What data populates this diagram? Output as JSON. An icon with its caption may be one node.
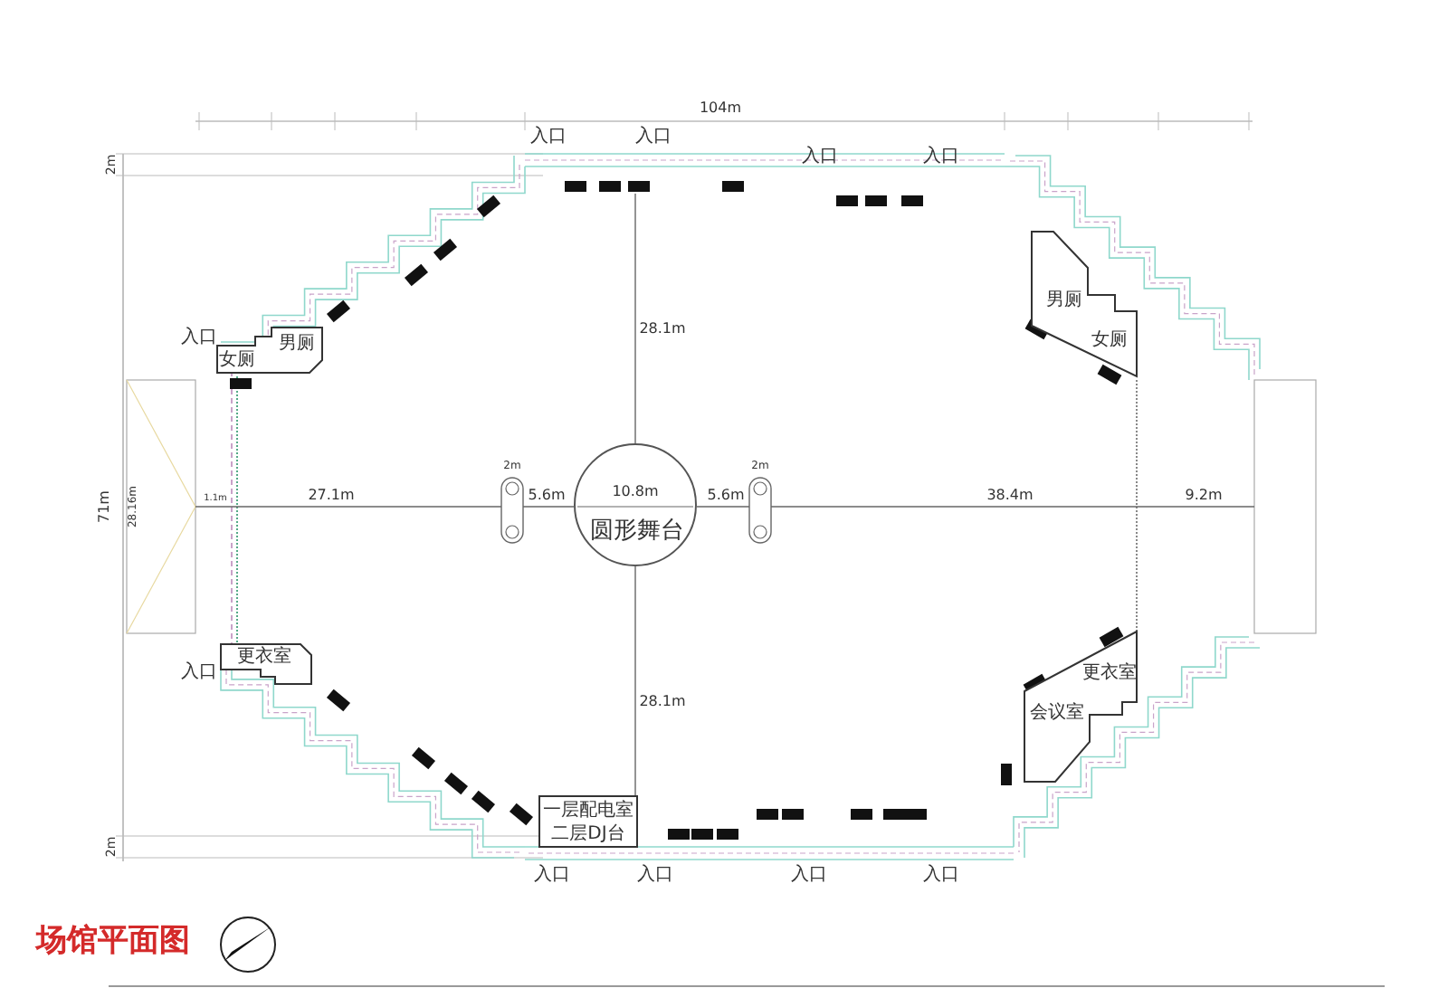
{
  "diagram": {
    "title": "场馆平面图",
    "nodes": [
      {
        "text": [
          "男厕",
          "女厕"
        ]
      },
      {
        "text": [
          "男厕",
          "女厕"
        ]
      },
      {
        "text": [
          "圆形舞台"
        ]
      },
      {
        "text": [
          "更衣室"
        ]
      },
      {
        "text": [
          "更衣室",
          "会议室"
        ]
      },
      {
        "text": [
          "一层配电室",
          "二层DJ台"
        ]
      }
    ],
    "labels": [
      "104m",
      "2m",
      "入口",
      "入口",
      "入口",
      "入口",
      "28.1m",
      "入口",
      "71m",
      "28.16m",
      "1.1m",
      "27.1m",
      "2m",
      "5.6m",
      "10.8m",
      "5.6m",
      "2m",
      "38.4m",
      "9.2m",
      "入口",
      "28.1m",
      "2m",
      "入口",
      "入口",
      "入口",
      "入口"
    ]
  }
}
